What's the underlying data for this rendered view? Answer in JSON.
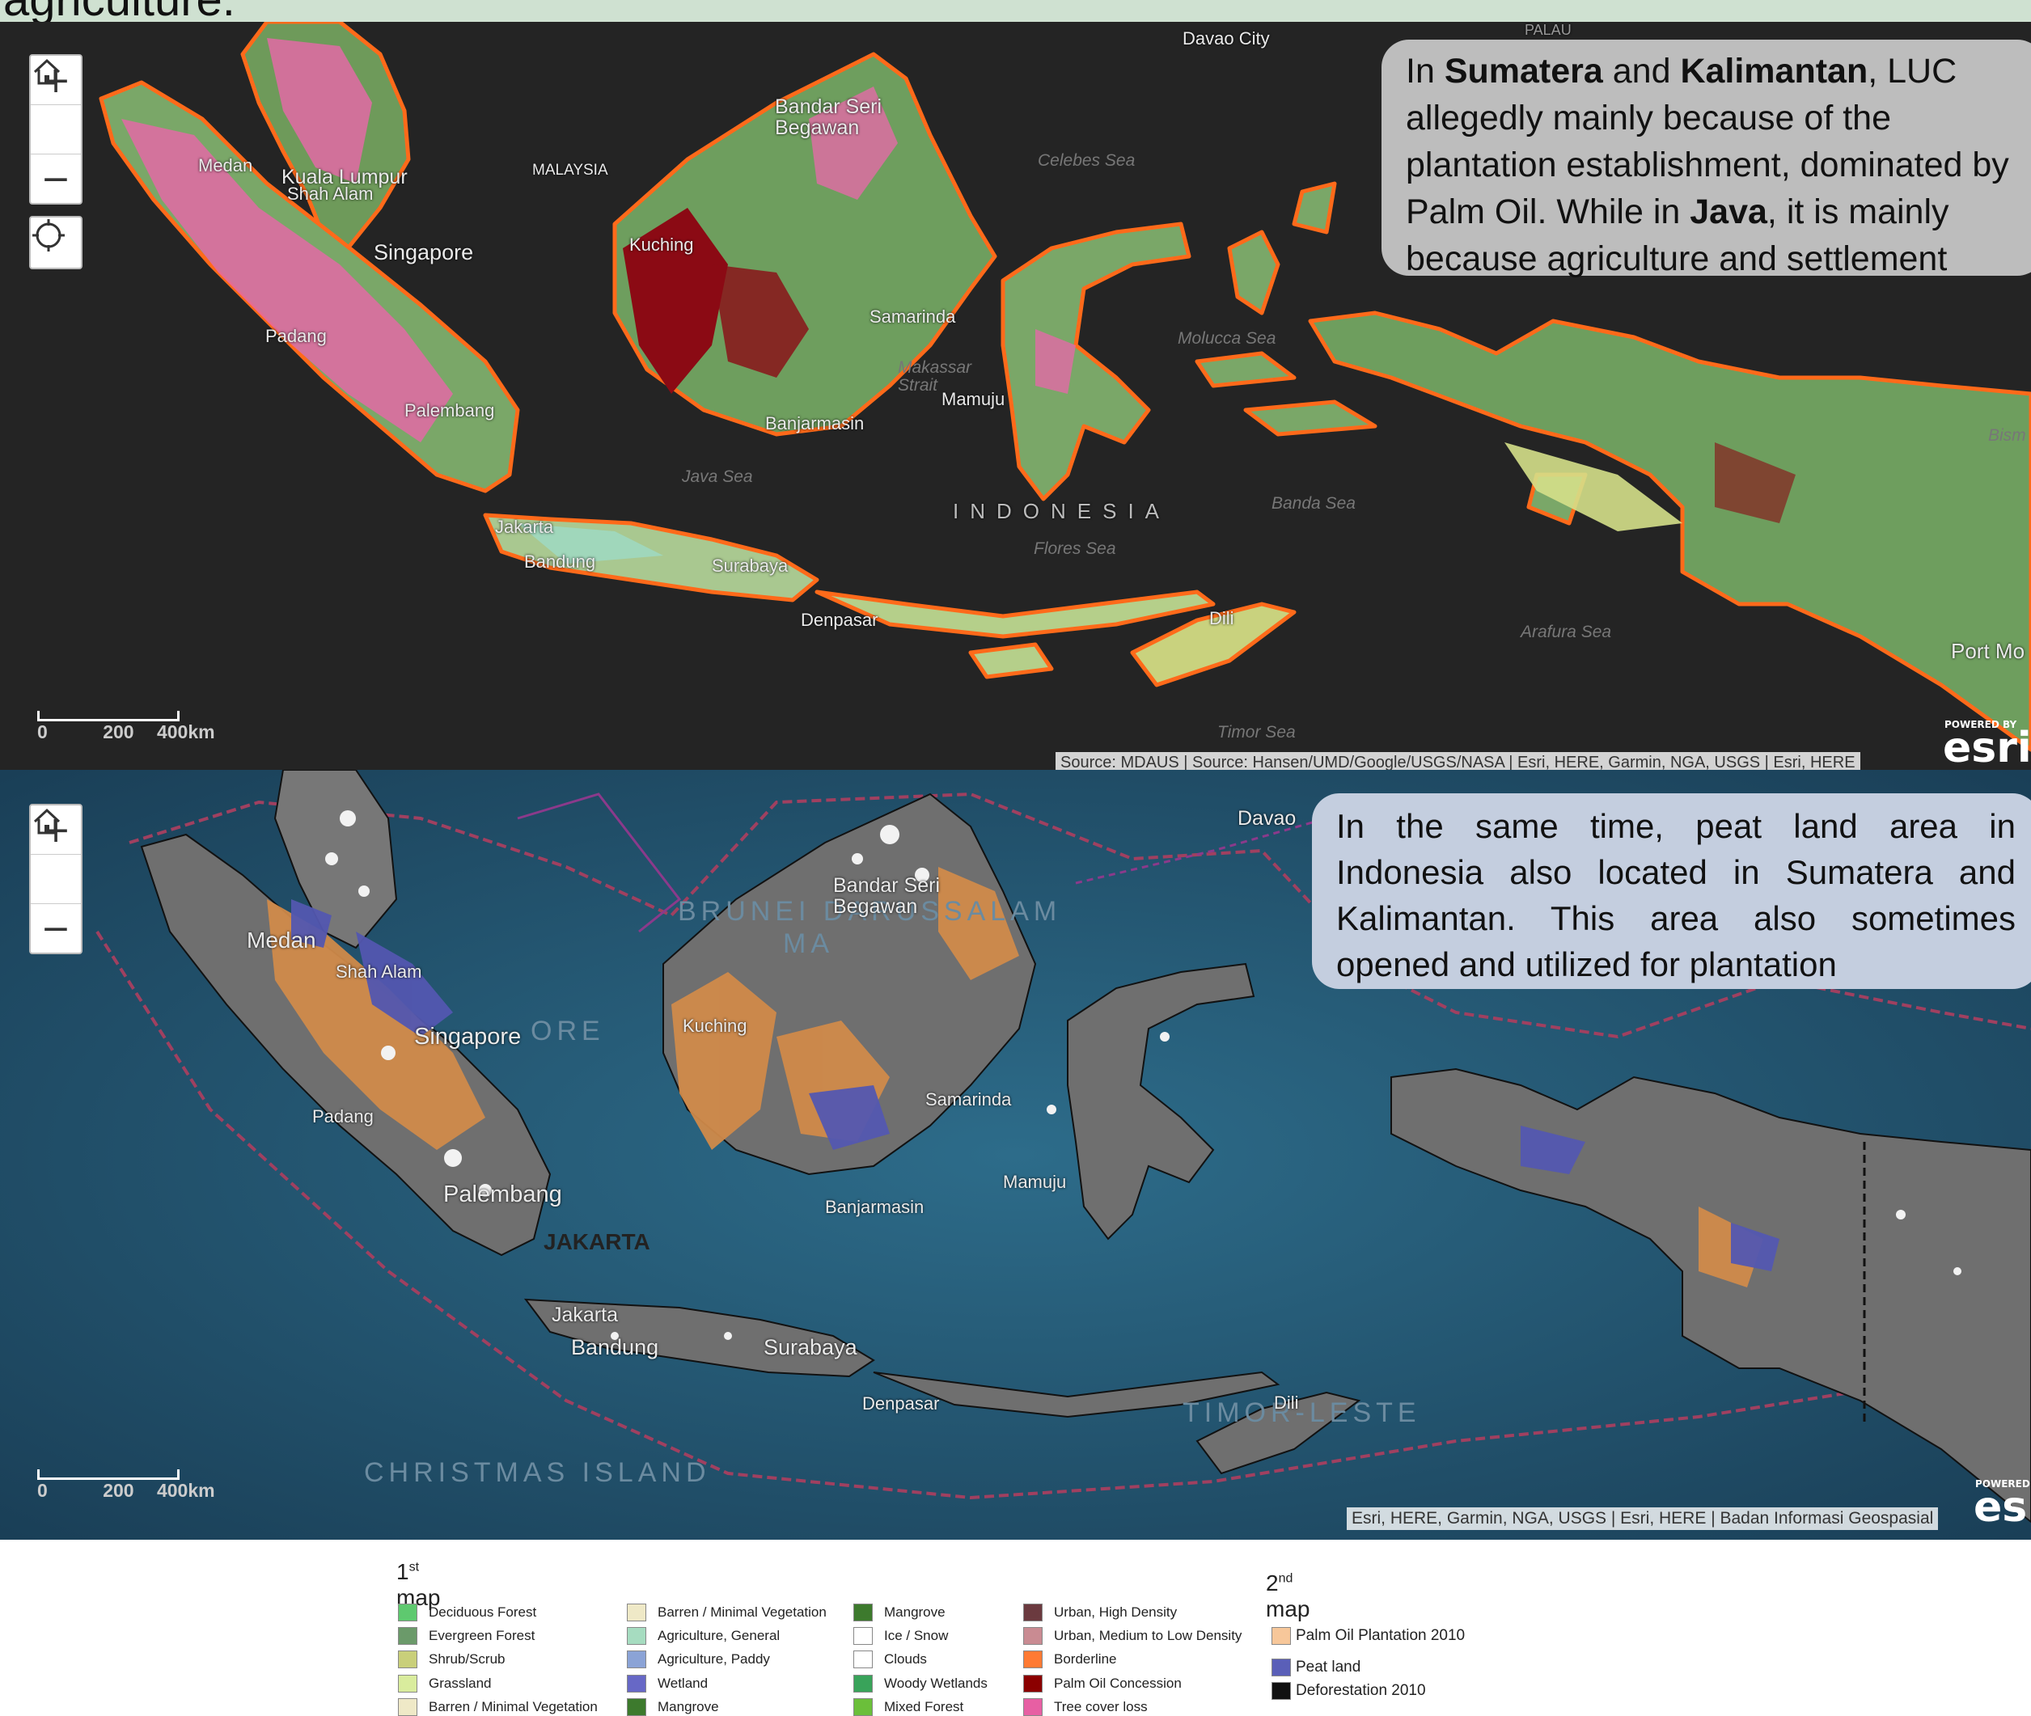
{
  "banner_text": "agriculture.",
  "map1": {
    "callout_parts": [
      {
        "t": "In ",
        "b": false
      },
      {
        "t": "Sumatera",
        "b": true
      },
      {
        "t": " and ",
        "b": false
      },
      {
        "t": "Kalimantan",
        "b": true
      },
      {
        "t": ", LUC allegedly mainly because of the plantation establishment, dominated by Palm Oil. While in ",
        "b": false
      },
      {
        "t": "Java",
        "b": true
      },
      {
        "t": ", it is mainly because agriculture and settlement",
        "b": false
      }
    ],
    "zoom_in": "+",
    "zoom_out": "−",
    "places": [
      "Medan",
      "Kuala Lumpur",
      "Shah Alam",
      "MALAYSIA",
      "Singapore",
      "Padang",
      "Palembang",
      "Kuching",
      "Bandar Seri Begawan",
      "Samarinda",
      "Mamuju",
      "Banjarmasin",
      "Makassar Strait",
      "Jakarta",
      "Bandung",
      "Surabaya",
      "Denpasar",
      "Dili",
      "INDONESIA",
      "Davao City",
      "PALAU",
      "Port Mo"
    ],
    "seas": [
      "Celebes Sea",
      "Java Sea",
      "Molucca Sea",
      "Banda Sea",
      "Flores Sea",
      "Arafura Sea",
      "Timor Sea",
      "Bism"
    ],
    "scale": [
      "0",
      "200",
      "400km"
    ],
    "attribution": "Source: MDAUS | Source: Hansen/UMD/Google/USGS/NASA | Esri, HERE, Garmin, NGA, USGS | Esri, HERE",
    "powered": "POWERED BY",
    "esri": "esri"
  },
  "map2": {
    "callout": "In the same time, peat land area in Indonesia also located in Sumatera and Kalimantan. This area also sometimes opened and utilized for plantation",
    "zoom_in": "+",
    "zoom_out": "−",
    "places": [
      "Medan",
      "Shah Alam",
      "Singapore",
      "Padang",
      "Palembang",
      "JAKARTA",
      "Kuching",
      "Bandar Seri Begawan",
      "Samarinda",
      "Mamuju",
      "Banjarmasin",
      "Jakarta",
      "Bandung",
      "Surabaya",
      "Denpasar",
      "Dili",
      "Davao"
    ],
    "big_labels": [
      "BRUNEI DARUSSALAM",
      "MA",
      "ORE",
      "CHRISTMAS ISLAND",
      "TIMOR-LESTE"
    ],
    "scale": [
      "0",
      "200",
      "400km"
    ],
    "attribution": "Esri, HERE, Garmin, NGA, USGS | Esri, HERE | Badan Informasi Geospasial",
    "powered": "POWERED",
    "esri": "es"
  },
  "legend1": {
    "title_prefix": "1",
    "title_sup": "st",
    "title_suffix": " map",
    "columns": [
      [
        {
          "label": "Deciduous Forest",
          "color": "#5ec96f"
        },
        {
          "label": "Evergreen Forest",
          "color": "#6b9a6a"
        },
        {
          "label": "Shrub/Scrub",
          "color": "#c9cf7a"
        },
        {
          "label": "Grassland",
          "color": "#d9ec9d"
        },
        {
          "label": "Barren / Minimal Vegetation",
          "color": "#efe9c7"
        }
      ],
      [
        {
          "label": "Barren / Minimal Vegetation",
          "color": "#efe9c7"
        },
        {
          "label": "Agriculture, General",
          "color": "#a6dcc0"
        },
        {
          "label": "Agriculture, Paddy",
          "color": "#8ba3d6"
        },
        {
          "label": "Wetland",
          "color": "#6768c6"
        },
        {
          "label": "Mangrove",
          "color": "#3d7a2d"
        }
      ],
      [
        {
          "label": "Mangrove",
          "color": "#3d7a2d"
        },
        {
          "label": "Ice / Snow",
          "color": "#ffffff"
        },
        {
          "label": "Clouds",
          "color": "#ffffff"
        },
        {
          "label": "Woody Wetlands",
          "color": "#39a35a"
        },
        {
          "label": "Mixed Forest",
          "color": "#6bbf3a"
        }
      ],
      [
        {
          "label": "Urban, High Density",
          "color": "#6b3a3f"
        },
        {
          "label": "Urban, Medium to Low Density",
          "color": "#c98b92"
        },
        {
          "label": "Borderline",
          "color": "#ff7a33"
        },
        {
          "label": "Palm Oil Concession",
          "color": "#8b0000"
        },
        {
          "label": "Tree cover loss",
          "color": "#e75fa3"
        }
      ]
    ]
  },
  "legend2": {
    "title_prefix": "2",
    "title_sup": "nd",
    "title_suffix": " map",
    "items": [
      {
        "label": "Palm Oil Plantation 2010",
        "color": "#f7c79a"
      },
      {
        "label": "Peat land",
        "color": "#5a5fb8"
      },
      {
        "label": "Deforestation 2010",
        "color": "#111111"
      }
    ]
  }
}
